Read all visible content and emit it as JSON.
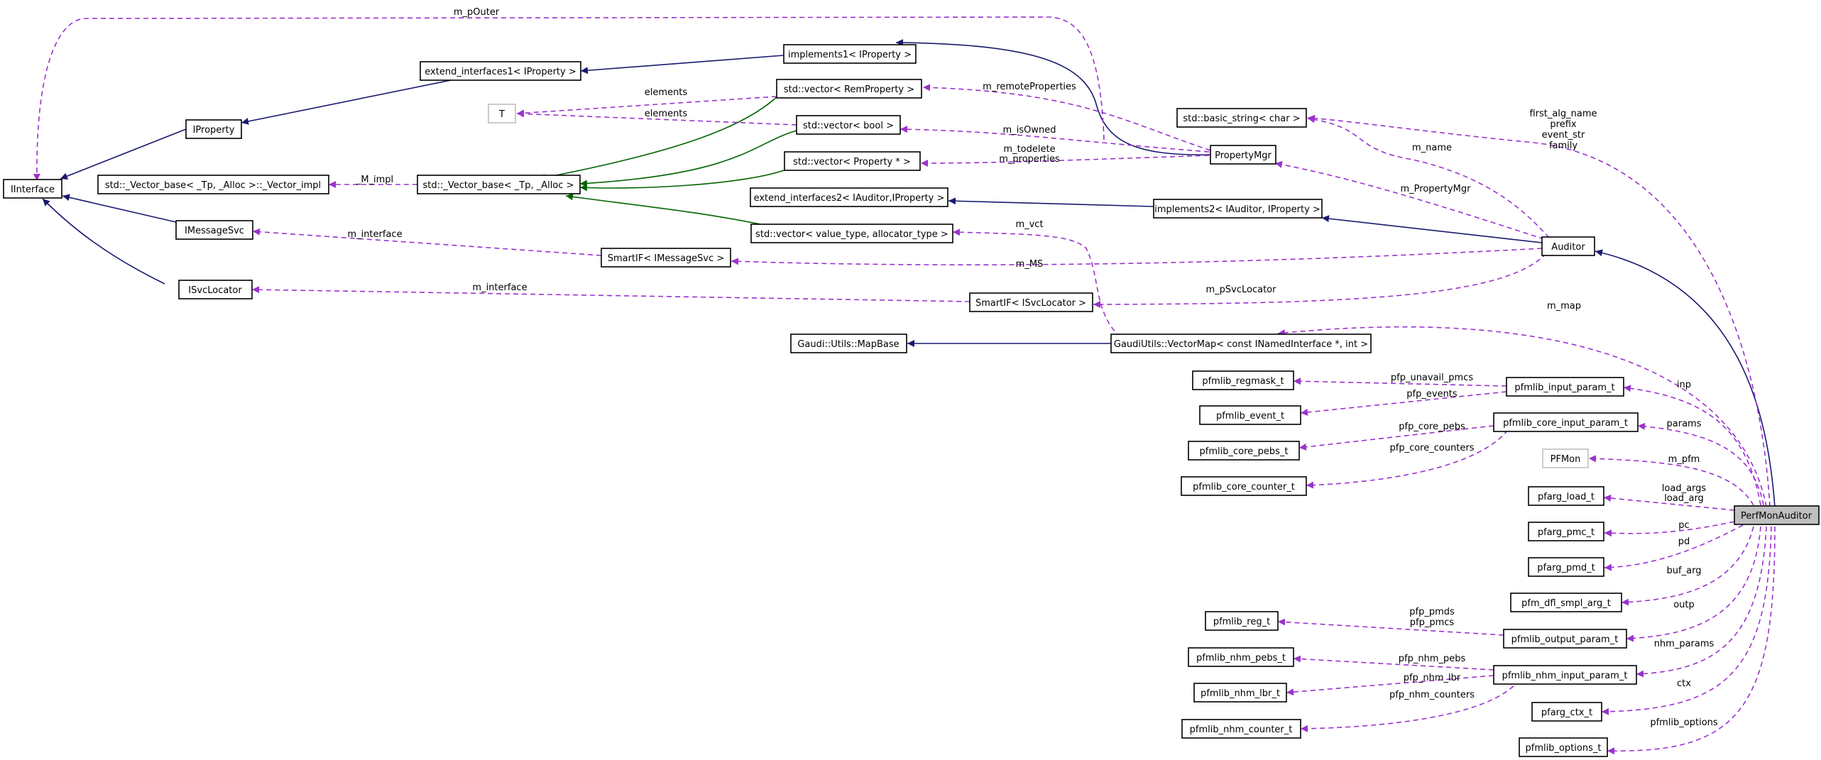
{
  "diagram": {
    "nodes": {
      "iinterface": "IInterface",
      "iproperty": "IProperty",
      "imessagesvc": "IMessageSvc",
      "isvclocator": "ISvcLocator",
      "extend_interfaces1": "extend_interfaces1< IProperty >",
      "implements1": "implements1< IProperty >",
      "vector_base_impl": "std::_Vector_base< _Tp, _Alloc >::_Vector_impl",
      "vector_base": "std::_Vector_base< _Tp, _Alloc >",
      "t": "T",
      "vec_remproperty": "std::vector< RemProperty >",
      "vec_bool": "std::vector< bool >",
      "vec_property_ptr": "std::vector< Property * >",
      "extend_interfaces2": "extend_interfaces2< IAuditor,IProperty >",
      "vec_value_type": "std::vector< value_type, allocator_type >",
      "smartif_imessagesvc": "SmartIF< IMessageSvc >",
      "smartif_isvclocator": "SmartIF< ISvcLocator >",
      "mapbase": "Gaudi::Utils::MapBase",
      "vectormap": "GaudiUtils::VectorMap< const INamedInterface *, int >",
      "basic_string": "std::basic_string< char >",
      "propertymgr": "PropertyMgr",
      "implements2": "implements2< IAuditor, IProperty >",
      "auditor": "Auditor",
      "pfmlib_regmask_t": "pfmlib_regmask_t",
      "pfmlib_event_t": "pfmlib_event_t",
      "pfmlib_core_pebs_t": "pfmlib_core_pebs_t",
      "pfmlib_core_counter_t": "pfmlib_core_counter_t",
      "pfmlib_input_param_t": "pfmlib_input_param_t",
      "pfmlib_core_input_param_t": "pfmlib_core_input_param_t",
      "pfmon": "PFMon",
      "pfarg_load_t": "pfarg_load_t",
      "pfarg_pmc_t": "pfarg_pmc_t",
      "pfarg_pmd_t": "pfarg_pmd_t",
      "pfm_dfl_smpl_arg_t": "pfm_dfl_smpl_arg_t",
      "pfmlib_reg_t": "pfmlib_reg_t",
      "pfmlib_output_param_t": "pfmlib_output_param_t",
      "pfmlib_nhm_pebs_t": "pfmlib_nhm_pebs_t",
      "pfmlib_nhm_lbr_t": "pfmlib_nhm_lbr_t",
      "pfmlib_nhm_counter_t": "pfmlib_nhm_counter_t",
      "pfmlib_nhm_input_param_t": "pfmlib_nhm_input_param_t",
      "pfarg_ctx_t": "pfarg_ctx_t",
      "pfmlib_options_t": "pfmlib_options_t",
      "perfmonauditor": "PerfMonAuditor"
    },
    "labels": {
      "m_pouter": "m_pOuter",
      "elements_1": "elements",
      "elements_2": "elements",
      "m_impl": "_M_impl",
      "m_interface_1": "m_interface",
      "m_interface_2": "m_interface",
      "m_remoteproperties": "m_remoteProperties",
      "m_isowned": "m_isOwned",
      "m_todelete": "m_todelete",
      "m_properties": "m_properties",
      "m_vct": "m_vct",
      "m_ms": "m_MS",
      "m_psvclocator": "m_pSvcLocator",
      "m_map": "m_map",
      "m_name": "m_name",
      "m_propertymgr": "m_PropertyMgr",
      "first_alg_name": "first_alg_name",
      "prefix": "prefix",
      "event_str": "event_str",
      "family": "family",
      "pfp_unavail_pmcs": "pfp_unavail_pmcs",
      "pfp_events": "pfp_events",
      "pfp_core_pebs": "pfp_core_pebs",
      "pfp_core_counters": "pfp_core_counters",
      "inp": "inp",
      "params": "params",
      "m_pfm": "m_pfm",
      "load_args": "load_args",
      "load_arg": "load_arg",
      "pc": "pc",
      "pd": "pd",
      "buf_arg": "buf_arg",
      "outp": "outp",
      "pfp_pmds": "pfp_pmds",
      "pfp_pmcs": "pfp_pmcs",
      "nhm_params": "nhm_params",
      "pfp_nhm_pebs": "pfp_nhm_pebs",
      "pfp_nhm_lbr": "pfp_nhm_lbr",
      "pfp_nhm_counters": "pfp_nhm_counters",
      "ctx": "ctx",
      "pfmlib_options": "pfmlib_options"
    },
    "colors": {
      "inheritance": "#191970",
      "template": "#006400",
      "usage": "#9a32cd",
      "highlight_fill": "#bfbfbf"
    }
  }
}
